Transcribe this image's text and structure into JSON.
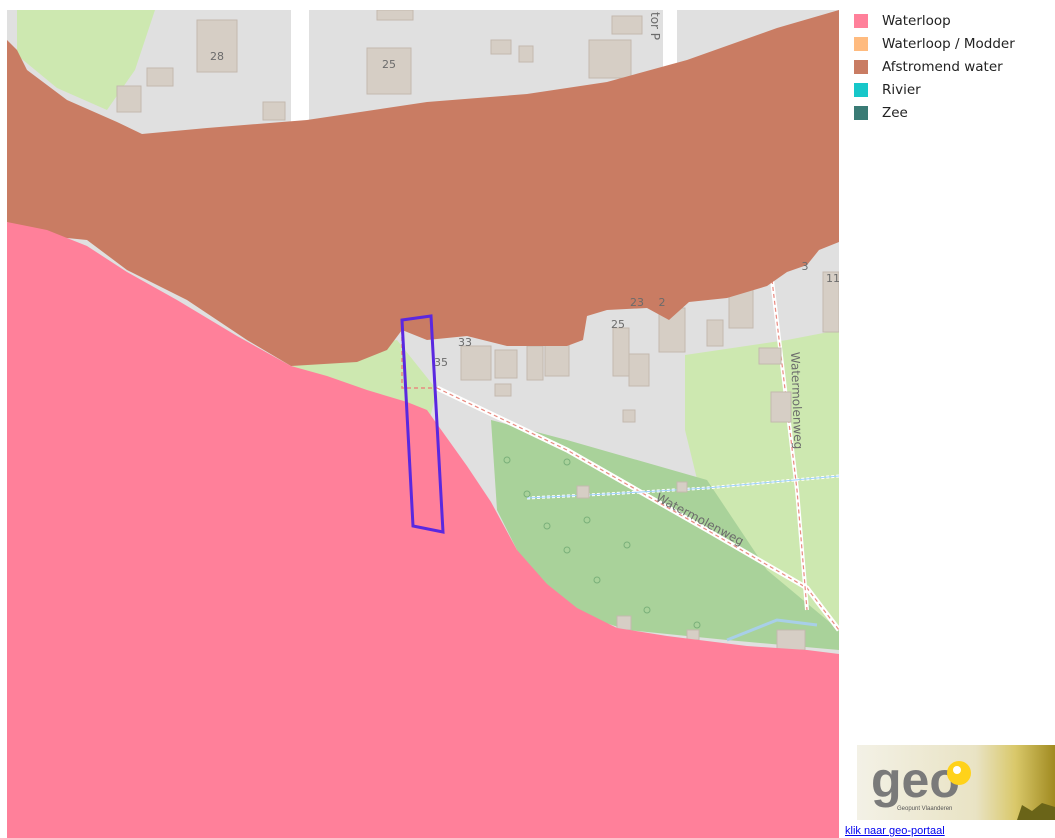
{
  "legend": {
    "items": [
      {
        "label": "Waterloop",
        "color": "#ff809a"
      },
      {
        "label": "Waterloop / Modder",
        "color": "#ffbb7f"
      },
      {
        "label": "Afstromend water",
        "color": "#c97c63"
      },
      {
        "label": "Rivier",
        "color": "#17c7c9"
      },
      {
        "label": "Zee",
        "color": "#3a7b75"
      }
    ]
  },
  "map": {
    "street_labels": [
      "Watermolenweg",
      "Watermolenweg",
      "tor P"
    ],
    "house_numbers": [
      "28",
      "25",
      "33",
      "35",
      "25",
      "23",
      "2",
      "3",
      "11"
    ],
    "parcel_outline_color": "#5a28e0"
  },
  "footer": {
    "logo_text": "geo",
    "logo_subtitle": "Geopunt Vlaanderen",
    "portal_link": "klik naar geo-portaal"
  }
}
